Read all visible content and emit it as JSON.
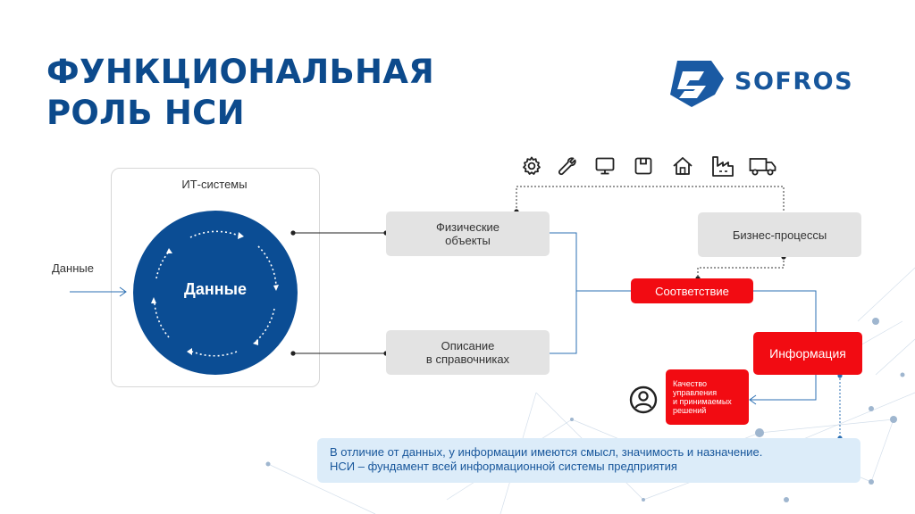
{
  "slide": {
    "title_line1": "ФУНКЦИОНАЛЬНАЯ",
    "title_line2": "РОЛЬ НСИ"
  },
  "logo": {
    "text": "SOFROS"
  },
  "diagram": {
    "input_label": "Данные",
    "it_systems_label": "ИТ-системы",
    "core_label": "Данные",
    "physical_objects": "Физические\nобъекты",
    "catalog_description": "Описание\nв справочниках",
    "business_processes": "Бизнес-процессы",
    "correspondence": "Соответствие",
    "information": "Информация",
    "quality": "Качество\nуправления\nи принимаемых\nрешений",
    "icons": [
      "gear-icon",
      "wrench-icon",
      "monitor-icon",
      "box-icon",
      "house-icon",
      "factory-icon",
      "truck-icon"
    ]
  },
  "note": {
    "line1": "В отличие от данных, у информации имеются смысл, значимость и назначение.",
    "line2": "НСИ – фундамент всей информационной системы предприятия"
  },
  "colors": {
    "primary_blue": "#0b4d94",
    "accent_red": "#f20b12",
    "node_gray": "#e3e3e3",
    "note_bg": "#dcecf9"
  }
}
